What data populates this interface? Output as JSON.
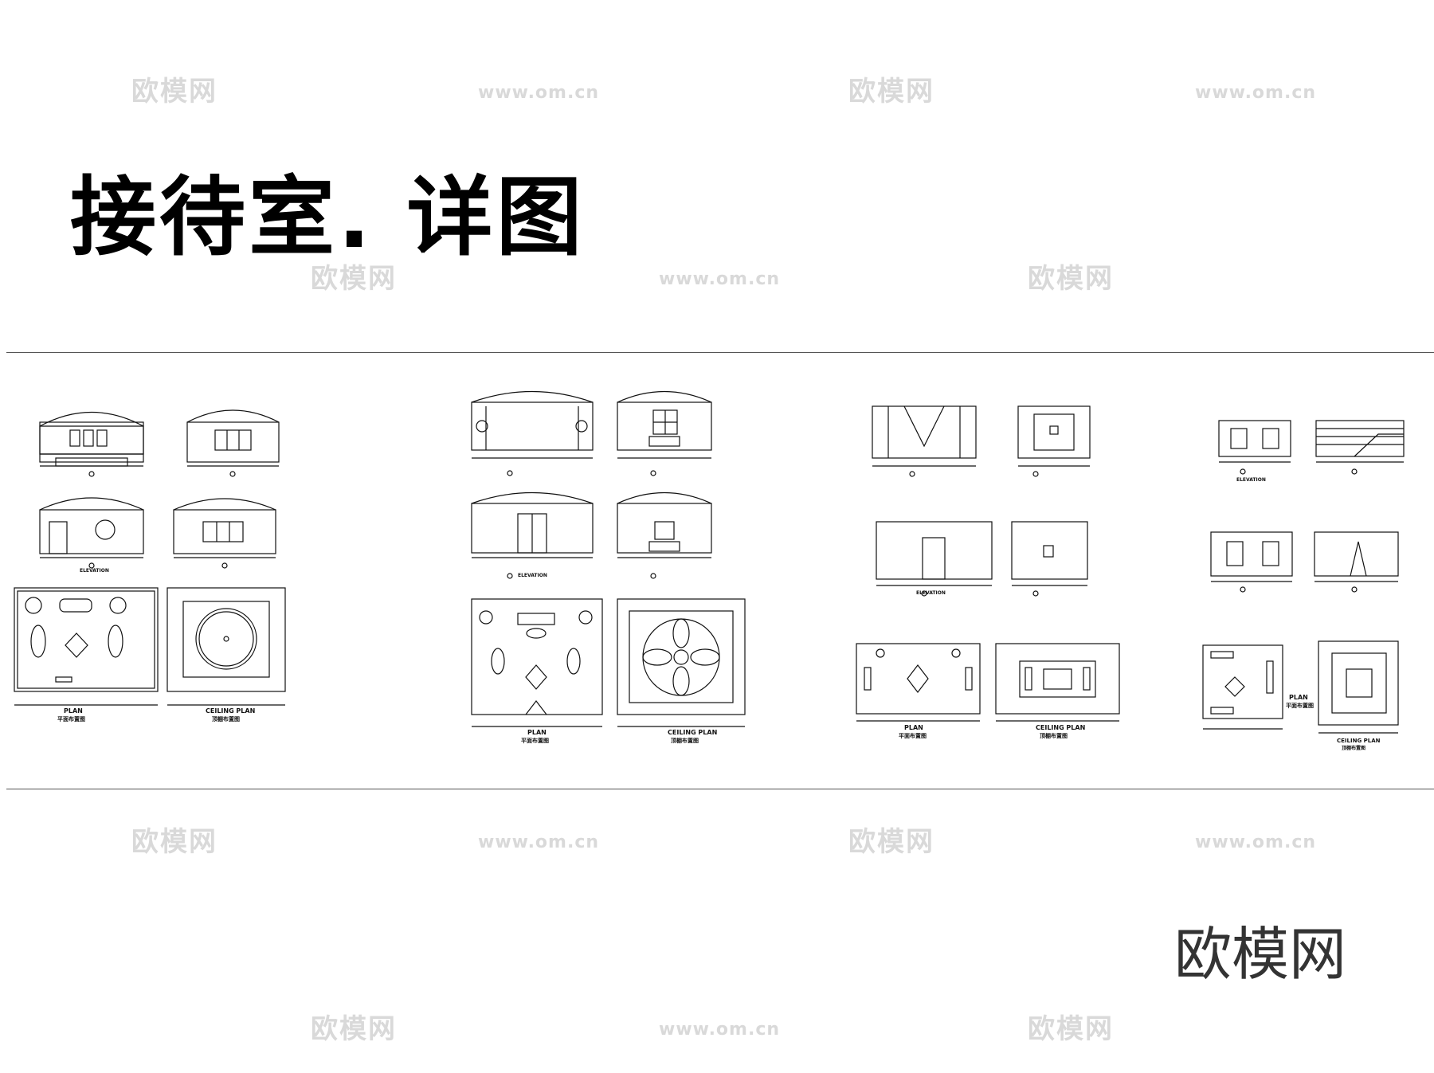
{
  "title": "接待室. 详图",
  "brand": "欧模网",
  "watermarks": {
    "brand_text": "欧模网",
    "url_text": "www.om.cn"
  },
  "sheets": [
    {
      "plan_label": "PLAN",
      "plan_sub": "平面布置图",
      "ceiling_label": "CEILING PLAN",
      "ceiling_sub": "顶棚布置图",
      "elevation_label": "ELEVATION"
    },
    {
      "plan_label": "PLAN",
      "plan_sub": "平面布置图",
      "ceiling_label": "CEILING PLAN",
      "ceiling_sub": "顶棚布置图",
      "elevation_label": "ELEVATION"
    },
    {
      "plan_label": "PLAN",
      "plan_sub": "平面布置图",
      "ceiling_label": "CEILING PLAN",
      "ceiling_sub": "顶棚布置图",
      "elevation_label": "ELEVATION"
    },
    {
      "plan_label": "PLAN",
      "plan_sub": "平面布置图",
      "ceiling_label": "CEILING PLAN",
      "ceiling_sub": "顶棚布置图",
      "elevation_label": "ELEVATION"
    }
  ],
  "colors": {
    "line": "#111111",
    "rule": "#555555",
    "watermark": "#d9d9d9"
  }
}
